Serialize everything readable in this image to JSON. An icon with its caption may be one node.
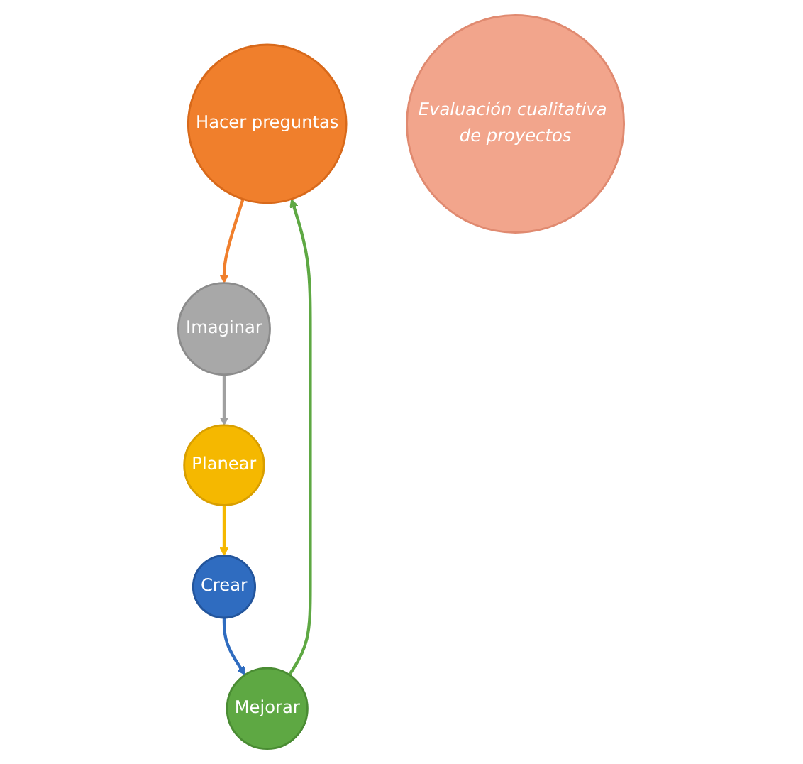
{
  "diagram": {
    "nodes": [
      {
        "text": [
          "Hacer preguntas"
        ]
      },
      {
        "text": [
          "Imaginar"
        ]
      },
      {
        "text": [
          "Planear"
        ]
      },
      {
        "text": [
          "Crear"
        ]
      },
      {
        "text": [
          "Mejorar"
        ]
      },
      {
        "text": [
          "Evaluación cualitativa de proyectos"
        ]
      }
    ],
    "edges": [
      {
        "from": 0,
        "to": 1,
        "arrow": "to",
        "color": "#f07f2c"
      },
      {
        "from": 1,
        "to": 2,
        "arrow": "to",
        "color": "#a0a0a0"
      },
      {
        "from": 2,
        "to": 3,
        "arrow": "to",
        "color": "#f5b800"
      },
      {
        "from": 3,
        "to": 4,
        "arrow": "to",
        "color": "#2f6cc0"
      },
      {
        "from": 4,
        "to": 0,
        "arrow": "to",
        "color": "#5ea843"
      }
    ]
  }
}
